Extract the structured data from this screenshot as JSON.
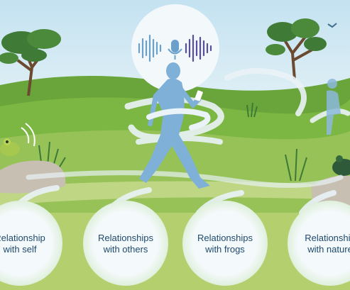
{
  "labels": {
    "self": {
      "line1": "Relationship",
      "line2": "with self"
    },
    "others": {
      "line1": "Relationships",
      "line2": "with others"
    },
    "frogs": {
      "line1": "Relationships",
      "line2": "with frogs"
    },
    "nature": {
      "line1": "Relationship",
      "line2": "with nature"
    }
  },
  "colors": {
    "sky": "#cfe6f2",
    "hill_far": "#6aa73b",
    "hill_mid": "#7fb845",
    "meadow": "#9bc55a",
    "path": "#c9dc8e",
    "figure": "#7fb0d8",
    "swirl": "#e8f1f6",
    "circle": "#f2f8fa",
    "circle_text": "#1f4a6e",
    "rock": "#c9c0b4",
    "frog": "#2f5a3a"
  },
  "icons": [
    "microphone-icon",
    "soundwave-icon",
    "bird-icon",
    "phone-icon"
  ]
}
